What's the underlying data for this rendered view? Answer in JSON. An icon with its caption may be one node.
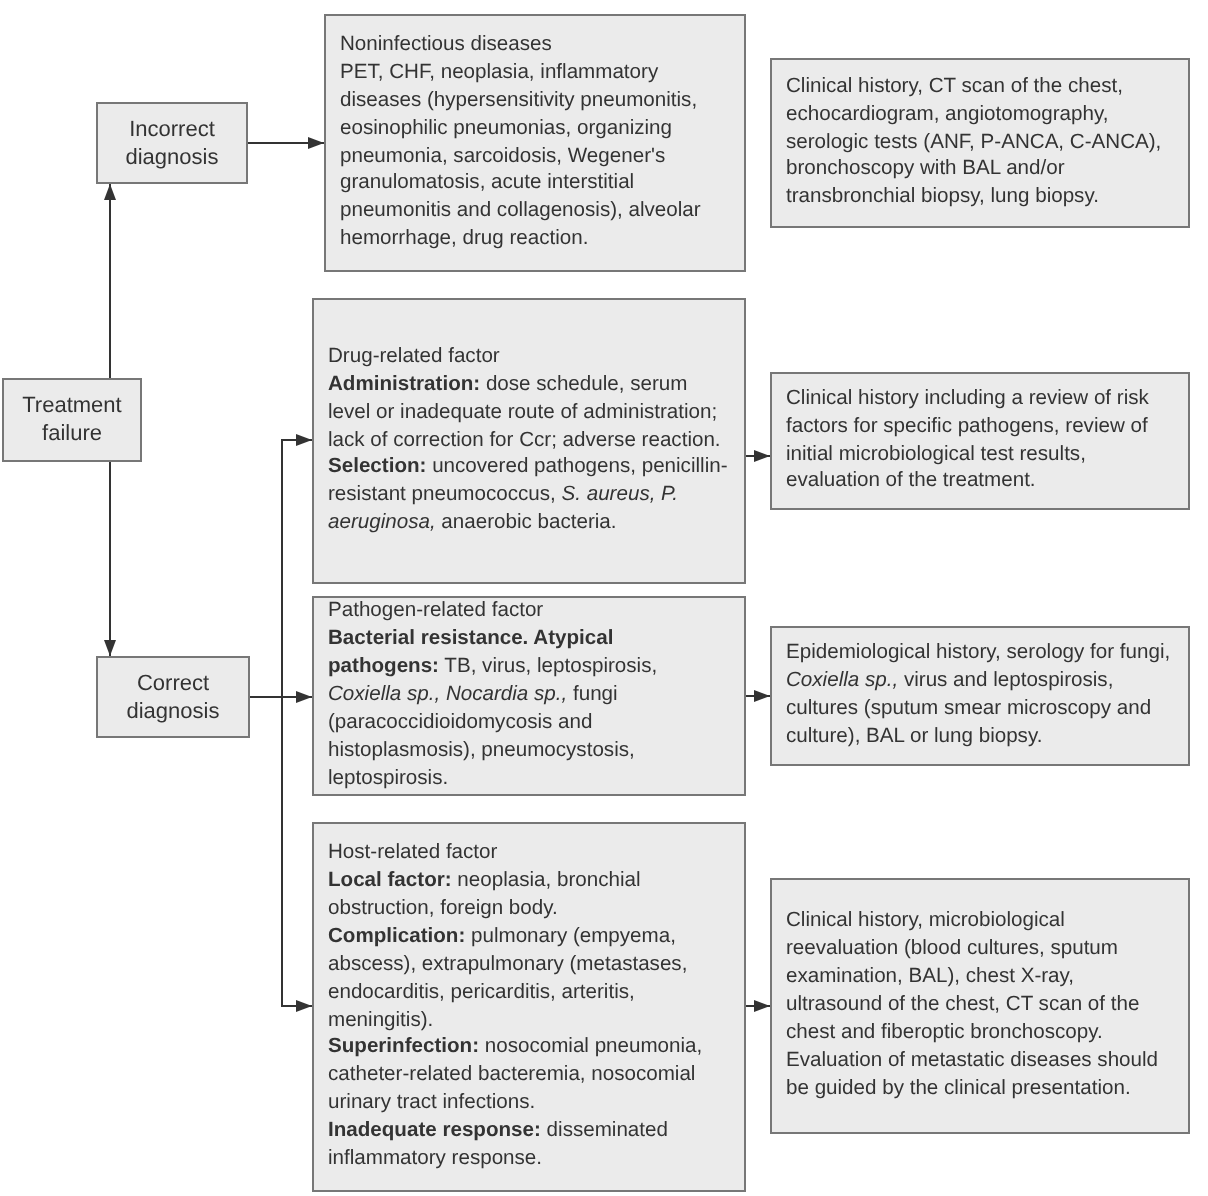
{
  "diagram": {
    "nodes": [
      {
        "text": [
          "Treatment failure"
        ]
      },
      {
        "text": [
          "Incorrect diagnosis"
        ]
      },
      {
        "text": [
          "Correct diagnosis"
        ]
      },
      {
        "text": [
          "Noninfectious diseases",
          "PET, CHF, neoplasia, inflammatory diseases (hypersensitivity pneumonitis, eosinophilic pneumonias, organizing pneumonia, sarcoidosis, Wegener's granulomatosis, acute interstitial pneumonitis and collagenosis), alveolar hemorrhage, drug reaction."
        ]
      },
      {
        "text": [
          "Clinical history, CT scan of the chest, echocardiogram, angiotomography, serologic tests (ANF, P-ANCA, C-ANCA), bronchoscopy with BAL and/or transbronchial biopsy, lung biopsy."
        ]
      },
      {
        "text": [
          "Drug-related factor",
          "**Administration:** dose schedule, serum level or inadequate route of administration; lack of correction for Ccr; adverse reaction.",
          "**Selection:** uncovered pathogens, penicillin-resistant pneumococcus, *S. aureus, P. aeruginosa,* anaerobic bacteria."
        ]
      },
      {
        "text": [
          "Clinical history including a review of risk factors for specific pathogens, review of initial microbiological test results, evaluation of the treatment."
        ]
      },
      {
        "text": [
          "Pathogen-related factor",
          "**Bacterial resistance. Atypical pathogens:** TB, virus, leptospirosis, *Coxiella sp., Nocardia sp.,* fungi (paracoccidioidomycosis and histoplasmosis), pneumocystosis, leptospirosis."
        ]
      },
      {
        "text": [
          "Epidemiological history, serology for fungi, *Coxiella sp.,* virus and leptospirosis, cultures (sputum smear microscopy and culture), BAL or lung biopsy."
        ]
      },
      {
        "text": [
          "Host-related factor",
          "**Local factor:** neoplasia, bronchial obstruction, foreign body.",
          "**Complication:** pulmonary (empyema, abscess), extrapulmonary (metastases, endocarditis, pericarditis, arteritis, meningitis).",
          "**Superinfection:** nosocomial pneumonia, catheter-related bacteremia, nosocomial urinary tract infections.",
          "**Inadequate response:** disseminated inflammatory response."
        ]
      },
      {
        "text": [
          "Clinical history, microbiological reevaluation (blood cultures, sputum examination, BAL), chest X-ray, ultrasound of the chest, CT scan of the chest and fiberoptic bronchoscopy. Evaluation of metastatic diseases should be guided by the clinical presentation."
        ]
      }
    ],
    "edges": [
      {
        "from": 0,
        "to": 1,
        "arrow": "to"
      },
      {
        "from": 0,
        "to": 2,
        "arrow": "to"
      },
      {
        "from": 1,
        "to": 3,
        "arrow": "to"
      },
      {
        "from": 2,
        "to": 5,
        "arrow": "to"
      },
      {
        "from": 2,
        "to": 7,
        "arrow": "to"
      },
      {
        "from": 2,
        "to": 9,
        "arrow": "to"
      },
      {
        "from": 5,
        "to": 6,
        "arrow": "to"
      },
      {
        "from": 7,
        "to": 8,
        "arrow": "to"
      },
      {
        "from": 9,
        "to": 10,
        "arrow": "to"
      }
    ]
  }
}
